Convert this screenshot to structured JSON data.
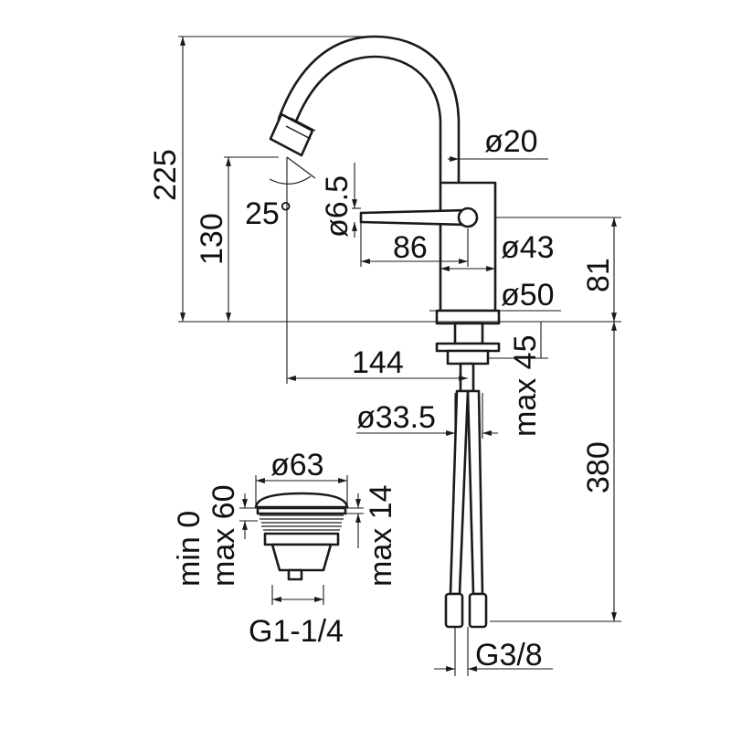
{
  "dimensions": {
    "d225": "225",
    "d130": "130",
    "angle": "25°",
    "d6_5": "ø6.5",
    "d86": "86",
    "d20": "ø20",
    "d43": "ø43",
    "d81": "81",
    "d50": "ø50",
    "d144": "144",
    "max45": "max 45",
    "d33_5": "ø33.5",
    "d380": "380",
    "g3_8": "G3/8",
    "d63": "ø63",
    "min0": "min 0",
    "max60": "max 60",
    "max14": "max 14",
    "g1_1_4": "G1-1/4"
  }
}
